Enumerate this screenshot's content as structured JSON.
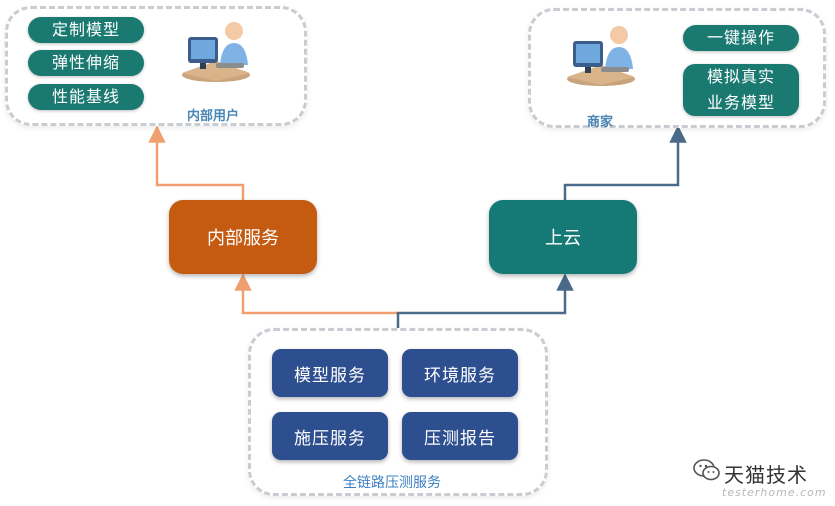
{
  "internal_users": {
    "features": [
      "定制模型",
      "弹性伸缩",
      "性能基线"
    ],
    "caption": "内部用户",
    "icon": "user-at-computer-icon"
  },
  "merchant": {
    "features": [
      "一键操作",
      "模拟真实\n业务模型"
    ],
    "caption": "商家",
    "icon": "user-at-computer-icon"
  },
  "internal_service": {
    "label": "内部服务",
    "color": "#c55a11"
  },
  "cloud": {
    "label": "上云",
    "color": "#157a75"
  },
  "full_link": {
    "caption": "全链路压测服务",
    "services": [
      "模型服务",
      "环境服务",
      "施压服务",
      "压测报告"
    ]
  },
  "watermark": {
    "brand": "天猫技术",
    "site": "testerhome.com",
    "icon": "wechat-icon"
  },
  "colors": {
    "feature_pill": "#1a7a71",
    "service_box": "#2e4f8f",
    "left_arrow": "#f0a070",
    "right_arrow": "#4a6a8a"
  }
}
